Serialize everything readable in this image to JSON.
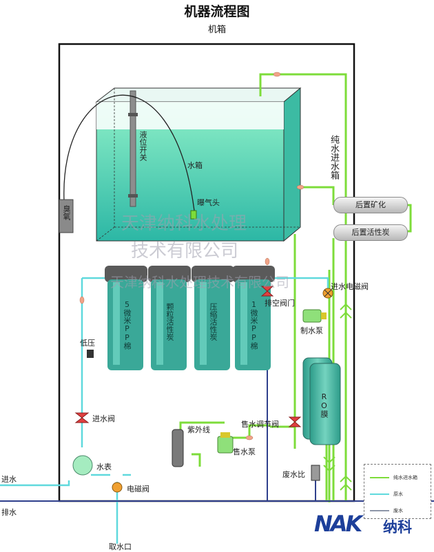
{
  "title": "机器流程图",
  "subtitle": "机箱",
  "components": {
    "ozone": "臭氧",
    "level_switch": "液位开关",
    "water_tank": "水箱",
    "aerator": "曝气头",
    "pure_water_inlet_tank": "纯水进水箱",
    "post_mineral": "后置矿化",
    "post_carbon": "后置活性炭",
    "inlet_solenoid": "进水电磁阀",
    "drain_valve": "排空阀门",
    "production_pump": "制水泵",
    "ro_membrane": "RO膜",
    "sale_regulator": "售水调节阀",
    "waste_ratio": "废水比",
    "low_pressure": "低压",
    "inlet_valve": "进水阀",
    "water_meter": "水表",
    "solenoid": "电磁阀",
    "uv": "紫外线",
    "sale_pump": "售水泵",
    "water_in": "进水",
    "water_out": "排水",
    "water_outlet": "取水口"
  },
  "filters": [
    {
      "label": "5微米PP棉"
    },
    {
      "label": "颗粒活性炭"
    },
    {
      "label": "压缩活性炭"
    },
    {
      "label": "1微米PP棉"
    }
  ],
  "watermarks": [
    "天津纳科水处理",
    "技术有限公司",
    "天津纳科水处理技术有限公司"
  ],
  "legend": [
    {
      "label": "纯水进水箱",
      "color": "#7ddc3a"
    },
    {
      "label": "原水",
      "color": "#5fd9dd"
    },
    {
      "label": "废水",
      "color": "#8d95a8"
    }
  ],
  "logo": {
    "mark": "NAK",
    "text": "纳科"
  },
  "colors": {
    "pure_line": "#7ddc3a",
    "raw_line": "#5fd9dd",
    "waste_line": "#2f3f8c",
    "box": "#111111",
    "tank_water": "#5ad6ad",
    "brand": "#1d3f9a"
  }
}
